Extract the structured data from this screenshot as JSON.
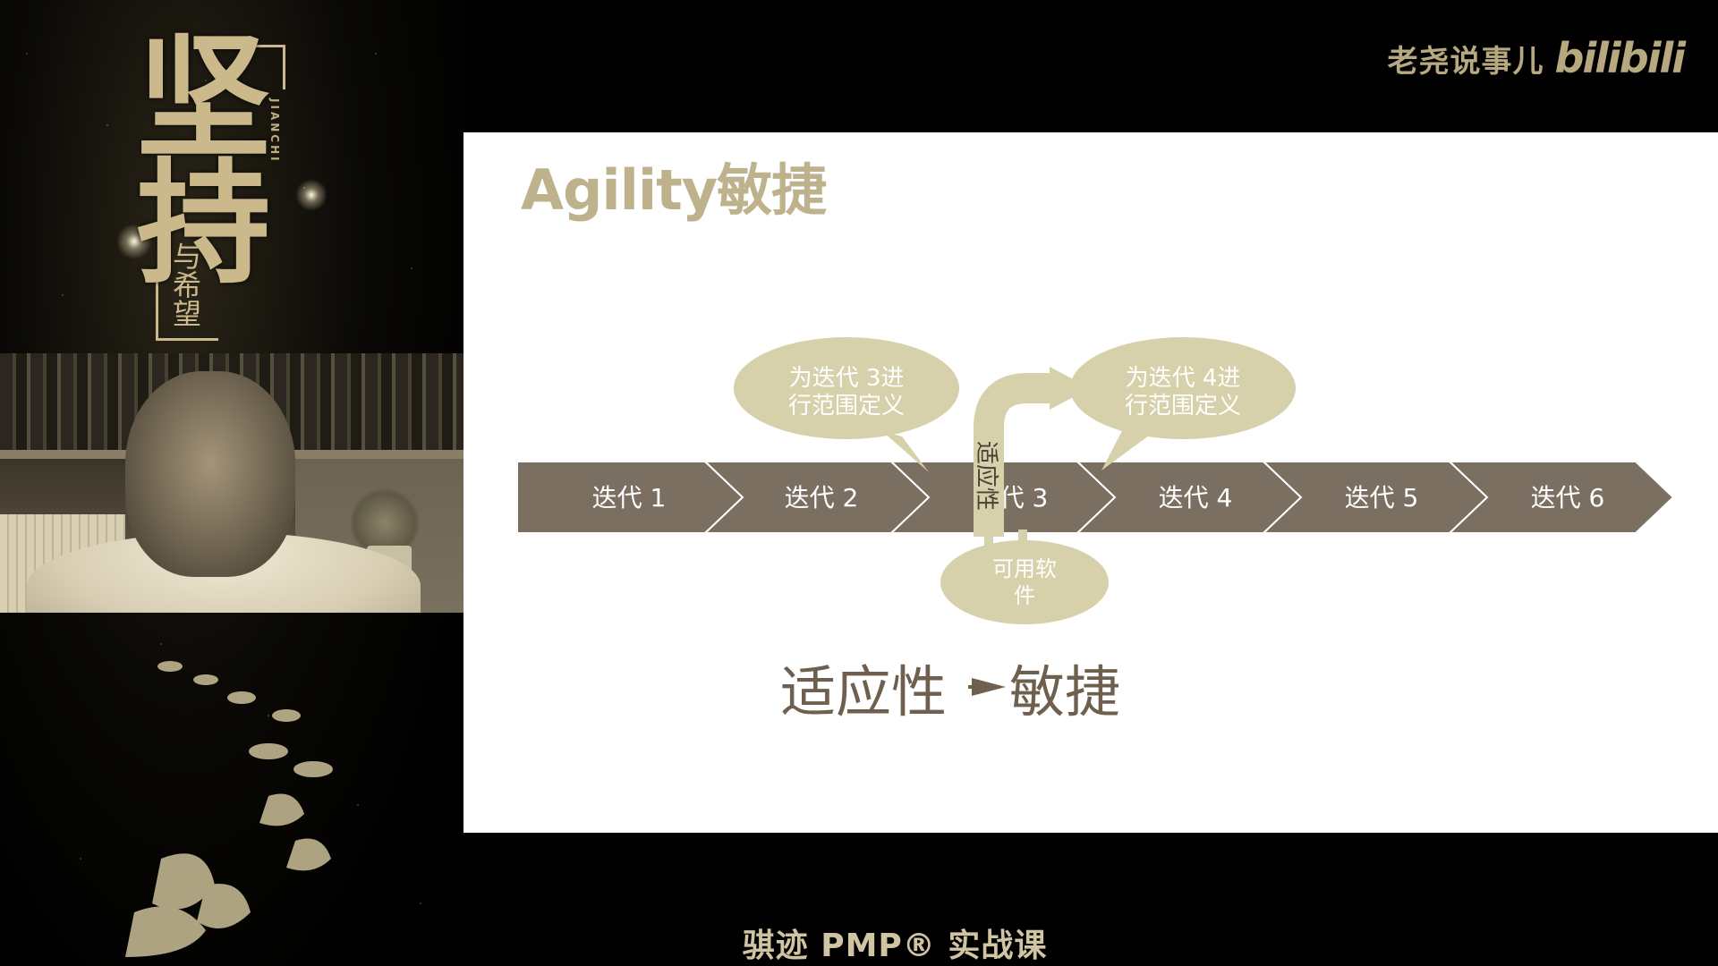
{
  "watermark": {
    "channel_name": "老尧说事儿",
    "platform_logo": "bilibili"
  },
  "poster": {
    "title": "坚持",
    "pinyin": "JIANCHI",
    "subtitle": "与希望"
  },
  "slide": {
    "title": "Agility敏捷",
    "iterations": [
      "迭代 1",
      "迭代 2",
      "迭代 3",
      "迭代 4",
      "迭代 5",
      "迭代 6"
    ],
    "callout_1": [
      "为迭代 3进",
      "行范围定义"
    ],
    "callout_2": [
      "为迭代 4进",
      "行范围定义"
    ],
    "callout_bottom": [
      "可用软",
      "件"
    ],
    "feedback_label": "适应性",
    "caption_left": "适应性",
    "caption_right": "敏捷"
  },
  "course_title": "骐迹 PMP® 实战课",
  "colors": {
    "chevron": "#7b6f62",
    "callout": "#d6d0ab",
    "title": "#bdb28c",
    "caption": "#6e5f4e",
    "watermark": "#b8a880"
  }
}
